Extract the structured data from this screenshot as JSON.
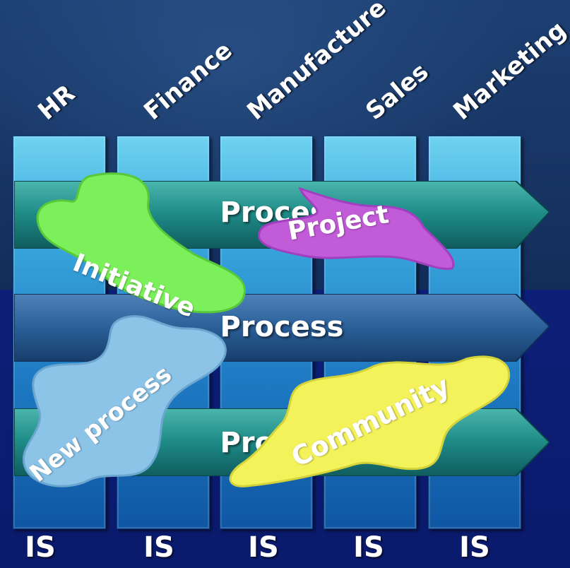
{
  "departments": [
    "HR",
    "Finance",
    "Manufacture",
    "Sales",
    "Marketing"
  ],
  "columns": [
    {
      "label": "IS"
    },
    {
      "label": "IS"
    },
    {
      "label": "IS"
    },
    {
      "label": "IS"
    },
    {
      "label": "IS"
    }
  ],
  "processes": [
    "Process",
    "Process",
    "Process"
  ],
  "overlays": {
    "initiative": "Initiative",
    "project": "Project",
    "new_process": "New process",
    "community": "Community"
  },
  "colors": {
    "initiative": "#7cf05a",
    "project": "#c25bd8",
    "new_process": "#8cc4e8",
    "community": "#f4f25a",
    "process_teal": "#1e8a86",
    "process_blue": "#2a5f98"
  }
}
